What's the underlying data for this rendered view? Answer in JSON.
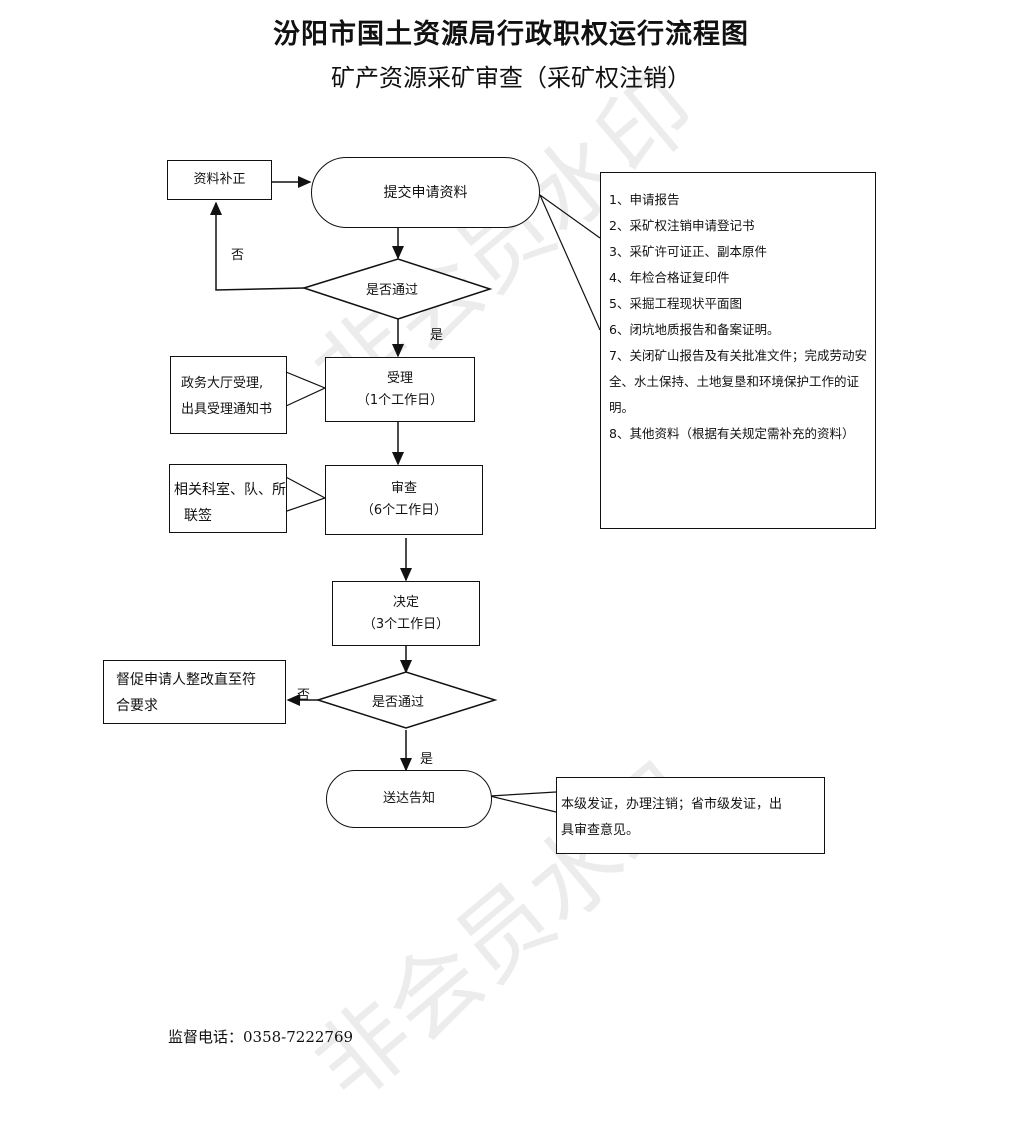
{
  "header": {
    "title": "汾阳市国土资源局行政职权运行流程图",
    "subtitle": "矿产资源采矿审查（采矿权注销）"
  },
  "watermark": {
    "text": "非会员水印"
  },
  "nodes": {
    "supplement": "资料补正",
    "submit": "提交申请资料",
    "check1": "是否通过",
    "accept_title": "受理",
    "accept_days": "（1个工作日）",
    "accept_note": [
      "政务大厅受理,",
      "出具受理通知书"
    ],
    "review_title": "审查",
    "review_days": "（6个工作日）",
    "review_note": [
      "相关科室、队、所",
      "联签"
    ],
    "decide_title": "决定",
    "decide_days": "（3个工作日）",
    "rectify_note": [
      "督促申请人整改直至符",
      "合要求"
    ],
    "check2": "是否通过",
    "deliver": "送达告知",
    "deliver_note": [
      "本级发证，办理注销；省市级发证，出",
      "具审查意见。"
    ]
  },
  "labels": {
    "no1": "否",
    "yes1": "是",
    "no2": "否",
    "yes2": "是"
  },
  "materials": [
    "1、申请报告",
    "2、采矿权注销申请登记书",
    "3、采矿许可证正、副本原件",
    "4、年检合格证复印件",
    "5、采掘工程现状平面图",
    "6、闭坑地质报告和备案证明。",
    "7、关闭矿山报告及有关批准文件；完成劳动安全、水土保持、土地复垦和环境保护工作的证明。",
    "8、其他资料（根据有关规定需补充的资料）"
  ],
  "footer": {
    "hotline": "监督电话：0358-7222769"
  }
}
